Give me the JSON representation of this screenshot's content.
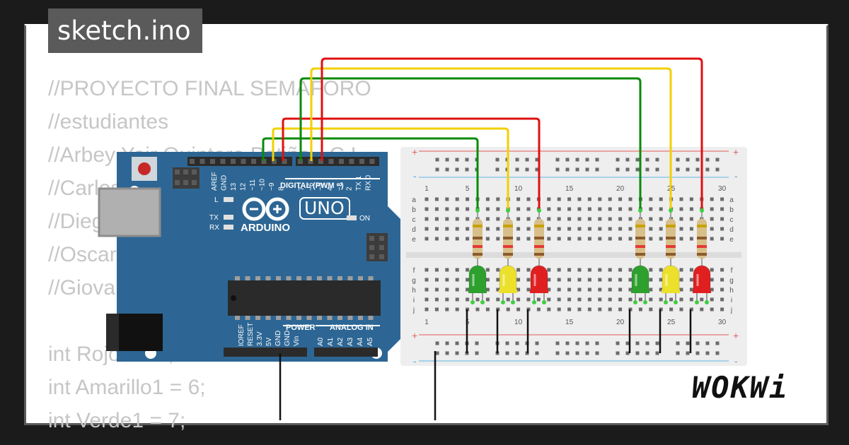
{
  "tab": {
    "title": "sketch.ino"
  },
  "code_lines": [
    "//PROYECTO FINAL SEMAFORO",
    "//estudiantes",
    "//Arbey Yair Quintero Patiño - C.I",
    "//Carlos",
    "//Diego",
    "//Oscar",
    "//Giovanny",
    "",
    "int Rojo1 = 5;",
    "int Amarillo1 = 6;",
    "int Verde1 = 7;"
  ],
  "arduino": {
    "header_digital": "DIGITAL (PWM ~)",
    "pins_digital_a": [
      "AREF",
      "GND",
      "13",
      "12",
      "~11",
      "~10",
      "~9",
      "8"
    ],
    "pins_digital_b": [
      "7",
      "~6",
      "~5",
      "4",
      "~3",
      "2",
      "TX 1",
      "RX 0"
    ],
    "label_l": "L",
    "label_tx": "TX",
    "label_rx": "RX",
    "label_on": "ON",
    "model": "UNO",
    "brand": "ARDUINO",
    "header_power": "POWER",
    "header_analog": "ANALOG IN",
    "pins_power": [
      "IOREF",
      "RESET",
      "3.3V",
      "5V",
      "GND",
      "GND",
      "Vin"
    ],
    "pins_analog": [
      "A0",
      "A1",
      "A2",
      "A3",
      "A4",
      "A5"
    ]
  },
  "breadboard": {
    "col_numbers": [
      "1",
      "5",
      "10",
      "15",
      "20",
      "25",
      "30"
    ],
    "rows_top": [
      "a",
      "b",
      "c",
      "d",
      "e"
    ],
    "rows_bottom": [
      "f",
      "g",
      "h",
      "i",
      "j"
    ],
    "rail_plus": "+",
    "rail_minus": "-"
  },
  "leds": [
    {
      "color": "green"
    },
    {
      "color": "yellow"
    },
    {
      "color": "red"
    },
    {
      "color": "green"
    },
    {
      "color": "yellow"
    },
    {
      "color": "red"
    }
  ],
  "colors": {
    "board_blue": "#2d6694",
    "wire_green": "#0a8a0a",
    "wire_yellow": "#f2d000",
    "wire_red": "#e01010",
    "led_green": "#2ea02e",
    "led_yellow": "#ece02a",
    "led_red": "#e02020"
  },
  "logo": {
    "text": "WOKWi"
  }
}
